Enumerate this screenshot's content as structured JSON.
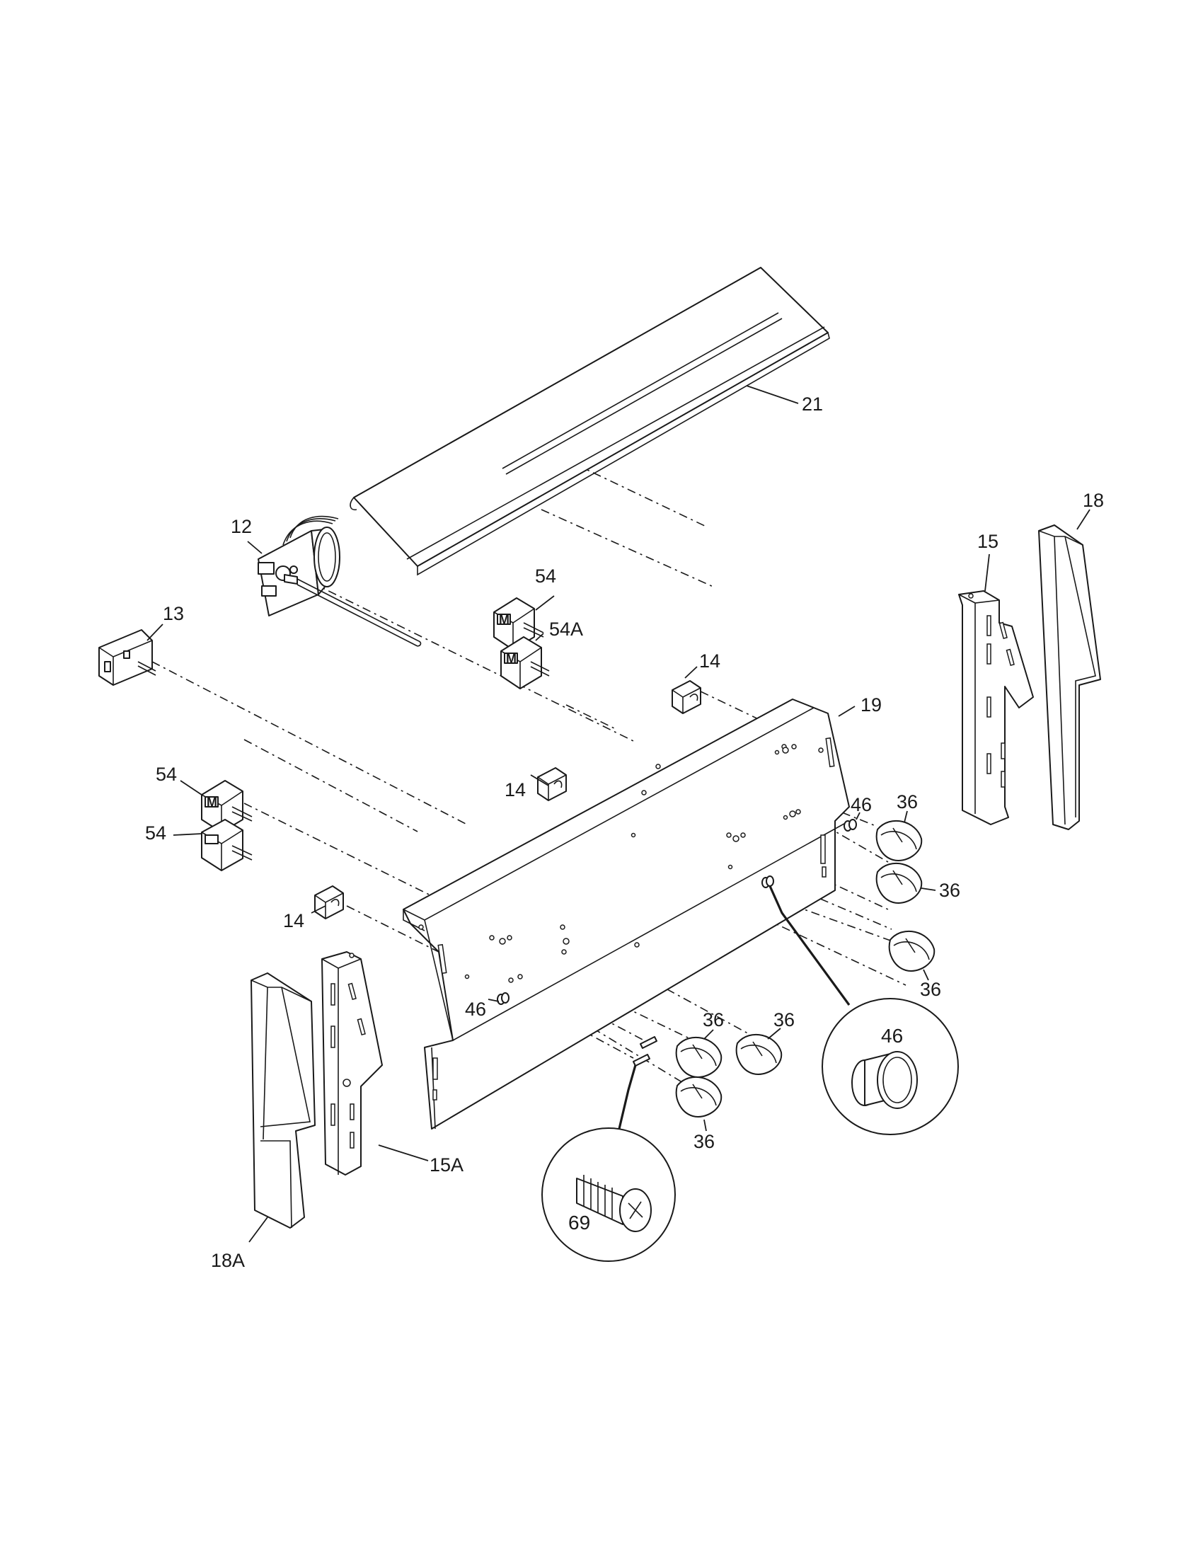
{
  "labels": {
    "p21": "21",
    "p12": "12",
    "p13": "13",
    "p54_top": "54",
    "p54a": "54A",
    "p14_right": "14",
    "p19": "19",
    "p15": "15",
    "p18": "18",
    "p54_left_a": "54",
    "p54_left_b": "54",
    "p14_mid": "14",
    "p46_right": "46",
    "p36_r1": "36",
    "p36_r2": "36",
    "p36_r3": "36",
    "p14_left": "14",
    "p46_left": "46",
    "p36_b1": "36",
    "p36_b2": "36",
    "p36_b3": "36",
    "p46_detail": "46",
    "p15a": "15A",
    "p18a": "18A",
    "p69": "69"
  },
  "switch_mark": "M"
}
